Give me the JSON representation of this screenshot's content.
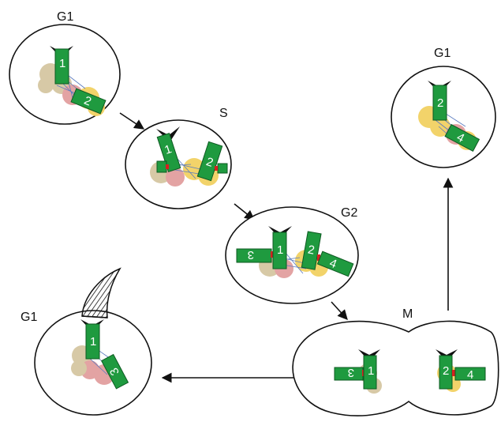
{
  "figure": {
    "stages": [
      {
        "id": "g1-start",
        "label": "G1",
        "centrioles": [
          "1",
          "2"
        ]
      },
      {
        "id": "s-phase",
        "label": "S",
        "centrioles": [
          "1",
          "2"
        ]
      },
      {
        "id": "g2-phase",
        "label": "G2",
        "centrioles": [
          "3",
          "1",
          "2",
          "4"
        ]
      },
      {
        "id": "m-phase",
        "label": "M",
        "centrioles": [
          "3",
          "1",
          "2",
          "4"
        ]
      },
      {
        "id": "g1-daughter-right",
        "label": "G1",
        "centrioles": [
          "2",
          "4"
        ]
      },
      {
        "id": "g1-daughter-left",
        "label": "G1",
        "centrioles": [
          "1",
          "3"
        ]
      }
    ]
  },
  "colors": {
    "centriole": "#1f9a3f",
    "centriole_dark": "#0e5a22",
    "linker": "#5a7bbf",
    "pcm_beige": "#d7c9a6",
    "pcm_pink": "#e3a3a3",
    "pcm_yellow": "#f2d36a",
    "engagement": "#d62020",
    "appendage": "#111111"
  },
  "icons": [
    "cilium-icon",
    "appendage-icon",
    "arrow-icon"
  ]
}
